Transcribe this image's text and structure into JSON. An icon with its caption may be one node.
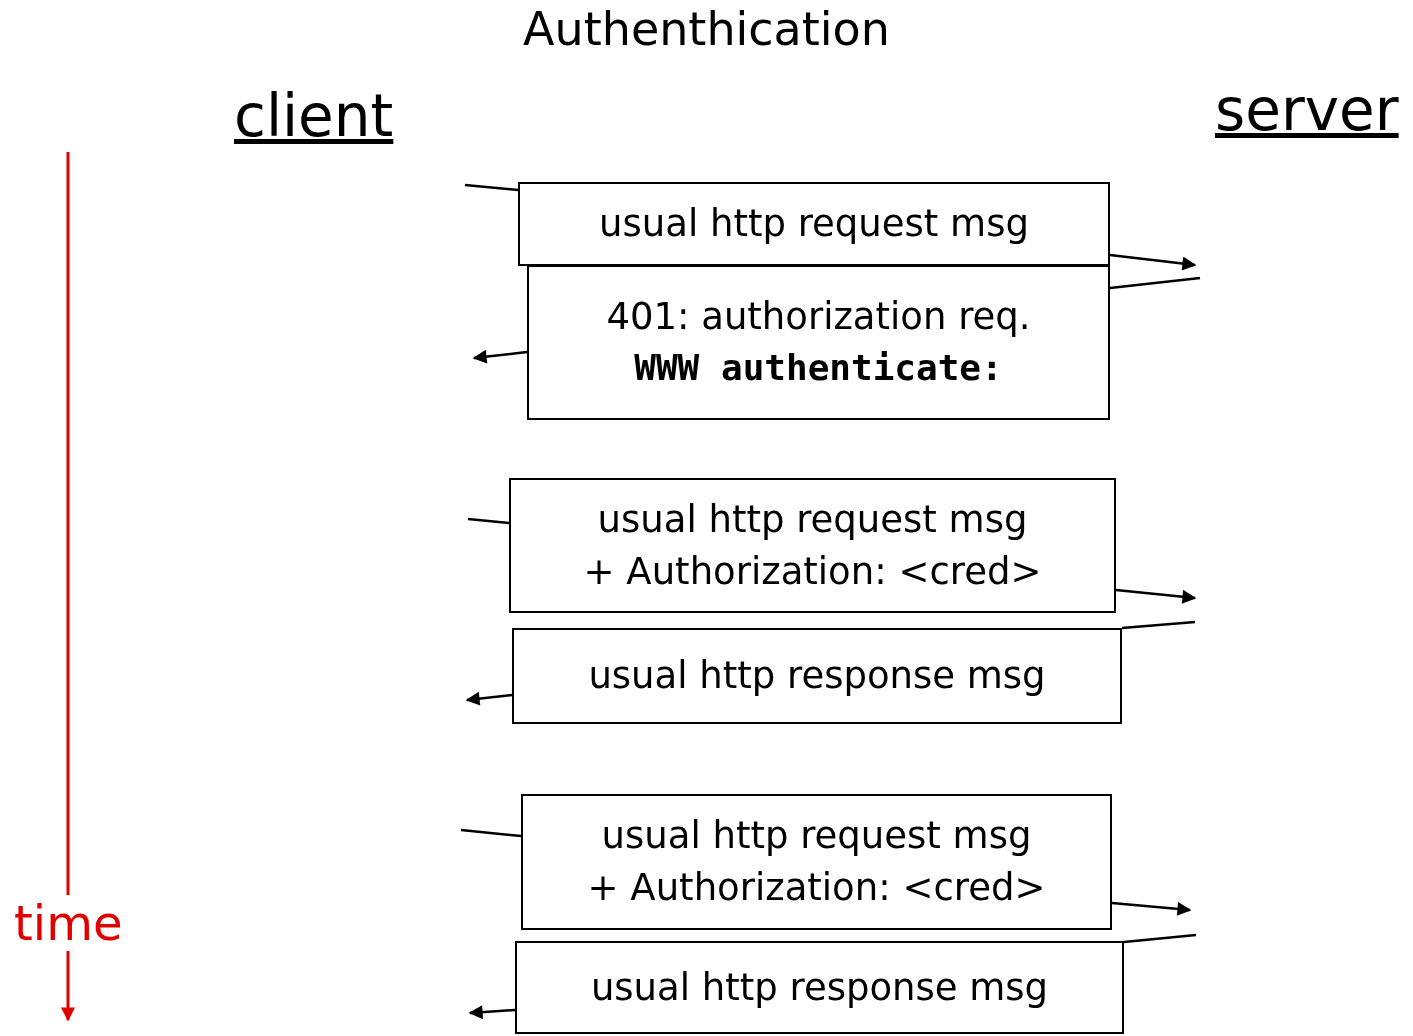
{
  "diagram": {
    "title": "Authenthication",
    "nodes": [
      {
        "text": [
          "usual http request msg"
        ]
      },
      {
        "text": [
          "401: authorization req.",
          "WWW authenticate:"
        ]
      },
      {
        "text": [
          "usual http request msg",
          "+ Authorization: <cred>"
        ]
      },
      {
        "text": [
          "usual http response msg"
        ]
      },
      {
        "text": [
          "usual http request msg",
          "+ Authorization: <cred>"
        ]
      },
      {
        "text": [
          "usual http response msg"
        ]
      }
    ],
    "edges": [
      {
        "from": null,
        "to": 0,
        "arrow": "none"
      },
      {
        "from": 0,
        "to": null,
        "arrow": "to"
      },
      {
        "from": null,
        "to": 1,
        "arrow": "none"
      },
      {
        "from": 1,
        "to": null,
        "arrow": "to"
      },
      {
        "from": null,
        "to": 2,
        "arrow": "none"
      },
      {
        "from": 2,
        "to": null,
        "arrow": "to"
      },
      {
        "from": null,
        "to": 3,
        "arrow": "none"
      },
      {
        "from": 3,
        "to": null,
        "arrow": "to"
      },
      {
        "from": null,
        "to": 4,
        "arrow": "none"
      },
      {
        "from": 4,
        "to": null,
        "arrow": "to"
      },
      {
        "from": null,
        "to": 5,
        "arrow": "none"
      },
      {
        "from": 5,
        "to": null,
        "arrow": "to"
      }
    ],
    "labels": [
      "client",
      "server",
      "time"
    ]
  }
}
